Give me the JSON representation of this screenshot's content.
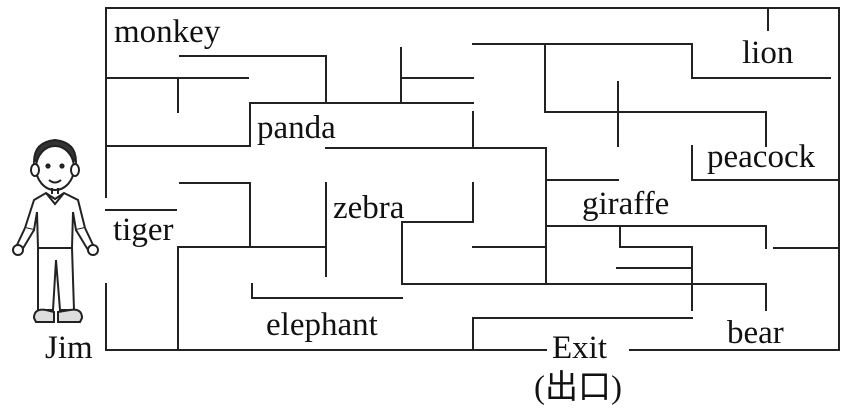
{
  "labels": {
    "monkey": "monkey",
    "lion": "lion",
    "panda": "panda",
    "peacock": "peacock",
    "zebra": "zebra",
    "giraffe": "giraffe",
    "tiger": "tiger",
    "elephant": "elephant",
    "bear": "bear",
    "exit": "Exit",
    "exit_cn": "(出口)",
    "jim": "Jim"
  },
  "colors": {
    "ink": "#222222",
    "background": "#ffffff"
  },
  "icons": [
    "boy-figure-icon"
  ]
}
